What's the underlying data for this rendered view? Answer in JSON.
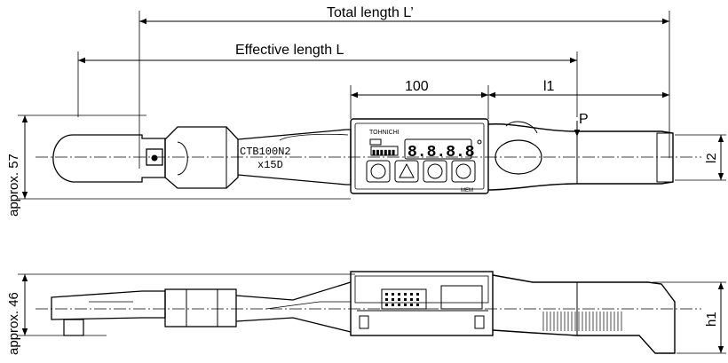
{
  "dimensions": {
    "total_length": "Total length L’",
    "effective_length": "Effective length L",
    "length_100": "100",
    "length_l1": "l1",
    "point_p": "P",
    "height_l2": "l2",
    "height_approx_57": "approx. 57",
    "height_approx_46": "approx. 46",
    "height_h1": "h1"
  },
  "wrench": {
    "model": "CTB100N2",
    "head": "x15D",
    "brand": "TOHNICHI",
    "display_digits": "8.8.8.8",
    "segment_bar": "▮▮▮▮▮▮",
    "mem_label": "MEM"
  },
  "colors": {
    "line": "#000000",
    "paper": "#ffffff"
  }
}
